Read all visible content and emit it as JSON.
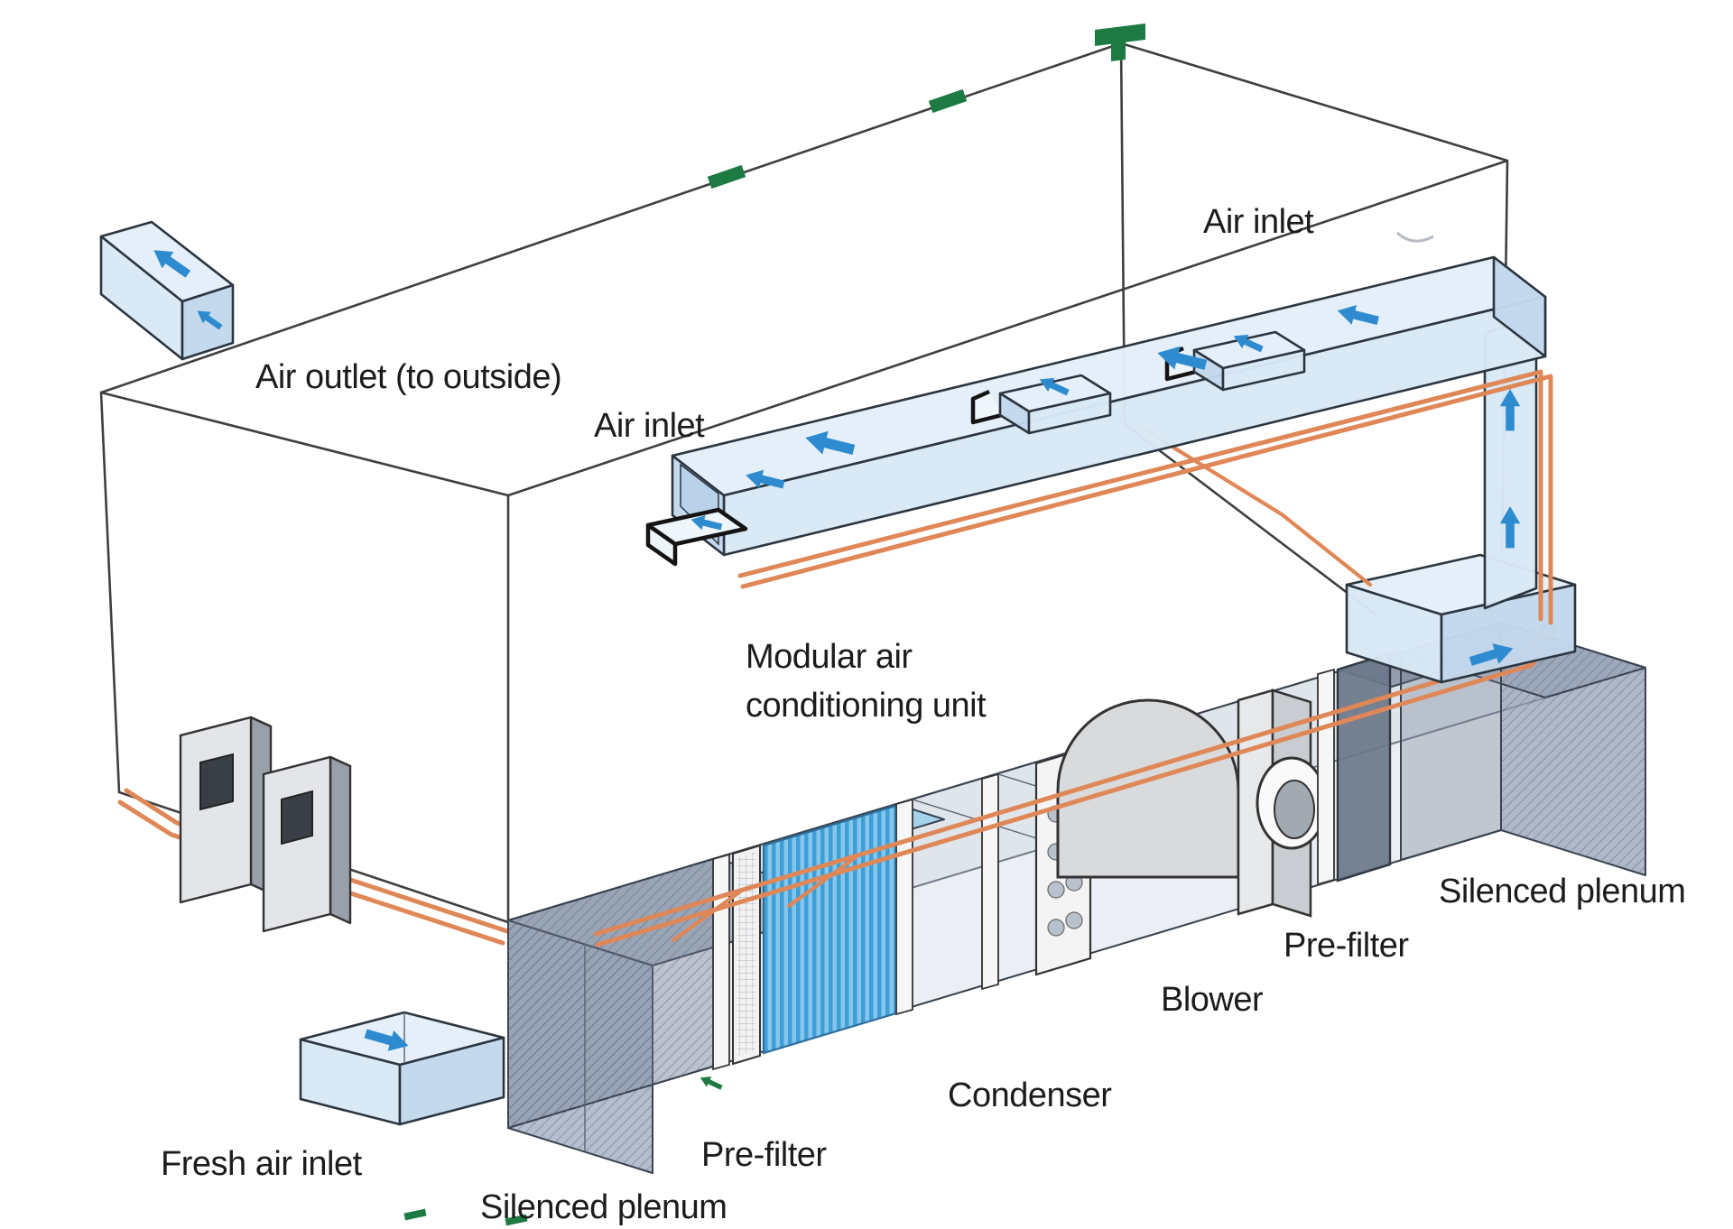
{
  "diagram": {
    "type": "hvac-isometric-schematic",
    "labels": {
      "air_outlet": "Air outlet (to outside)",
      "air_inlet_mid": "Air inlet",
      "air_inlet_top": "Air inlet",
      "modular_unit_line1": "Modular air",
      "modular_unit_line2": "conditioning unit",
      "silenced_plenum_right": "Silenced plenum",
      "pre_filter_right": "Pre-filter",
      "blower": "Blower",
      "condenser": "Condenser",
      "pre_filter_bottom": "Pre-filter",
      "silenced_plenum_bottom": "Silenced plenum",
      "fresh_air_inlet": "Fresh air inlet"
    },
    "icons": {
      "flow_arrows": "airflow-arrow-icon",
      "markers": "green-sensor-marker-icon"
    },
    "colors": {
      "line": "#3f3f3f",
      "duct_fill": "#d9e8f6",
      "duct_top": "#e4eef9",
      "duct_cap": "#c3d8ec",
      "duct_stroke": "#2c3640",
      "arrow_blue": "#2e8bd0",
      "pipe_orange": "#df8757",
      "marker_green": "#1c7a42",
      "coil_blue": "#3e9fd8",
      "label_text": "#1c1c1c"
    }
  }
}
